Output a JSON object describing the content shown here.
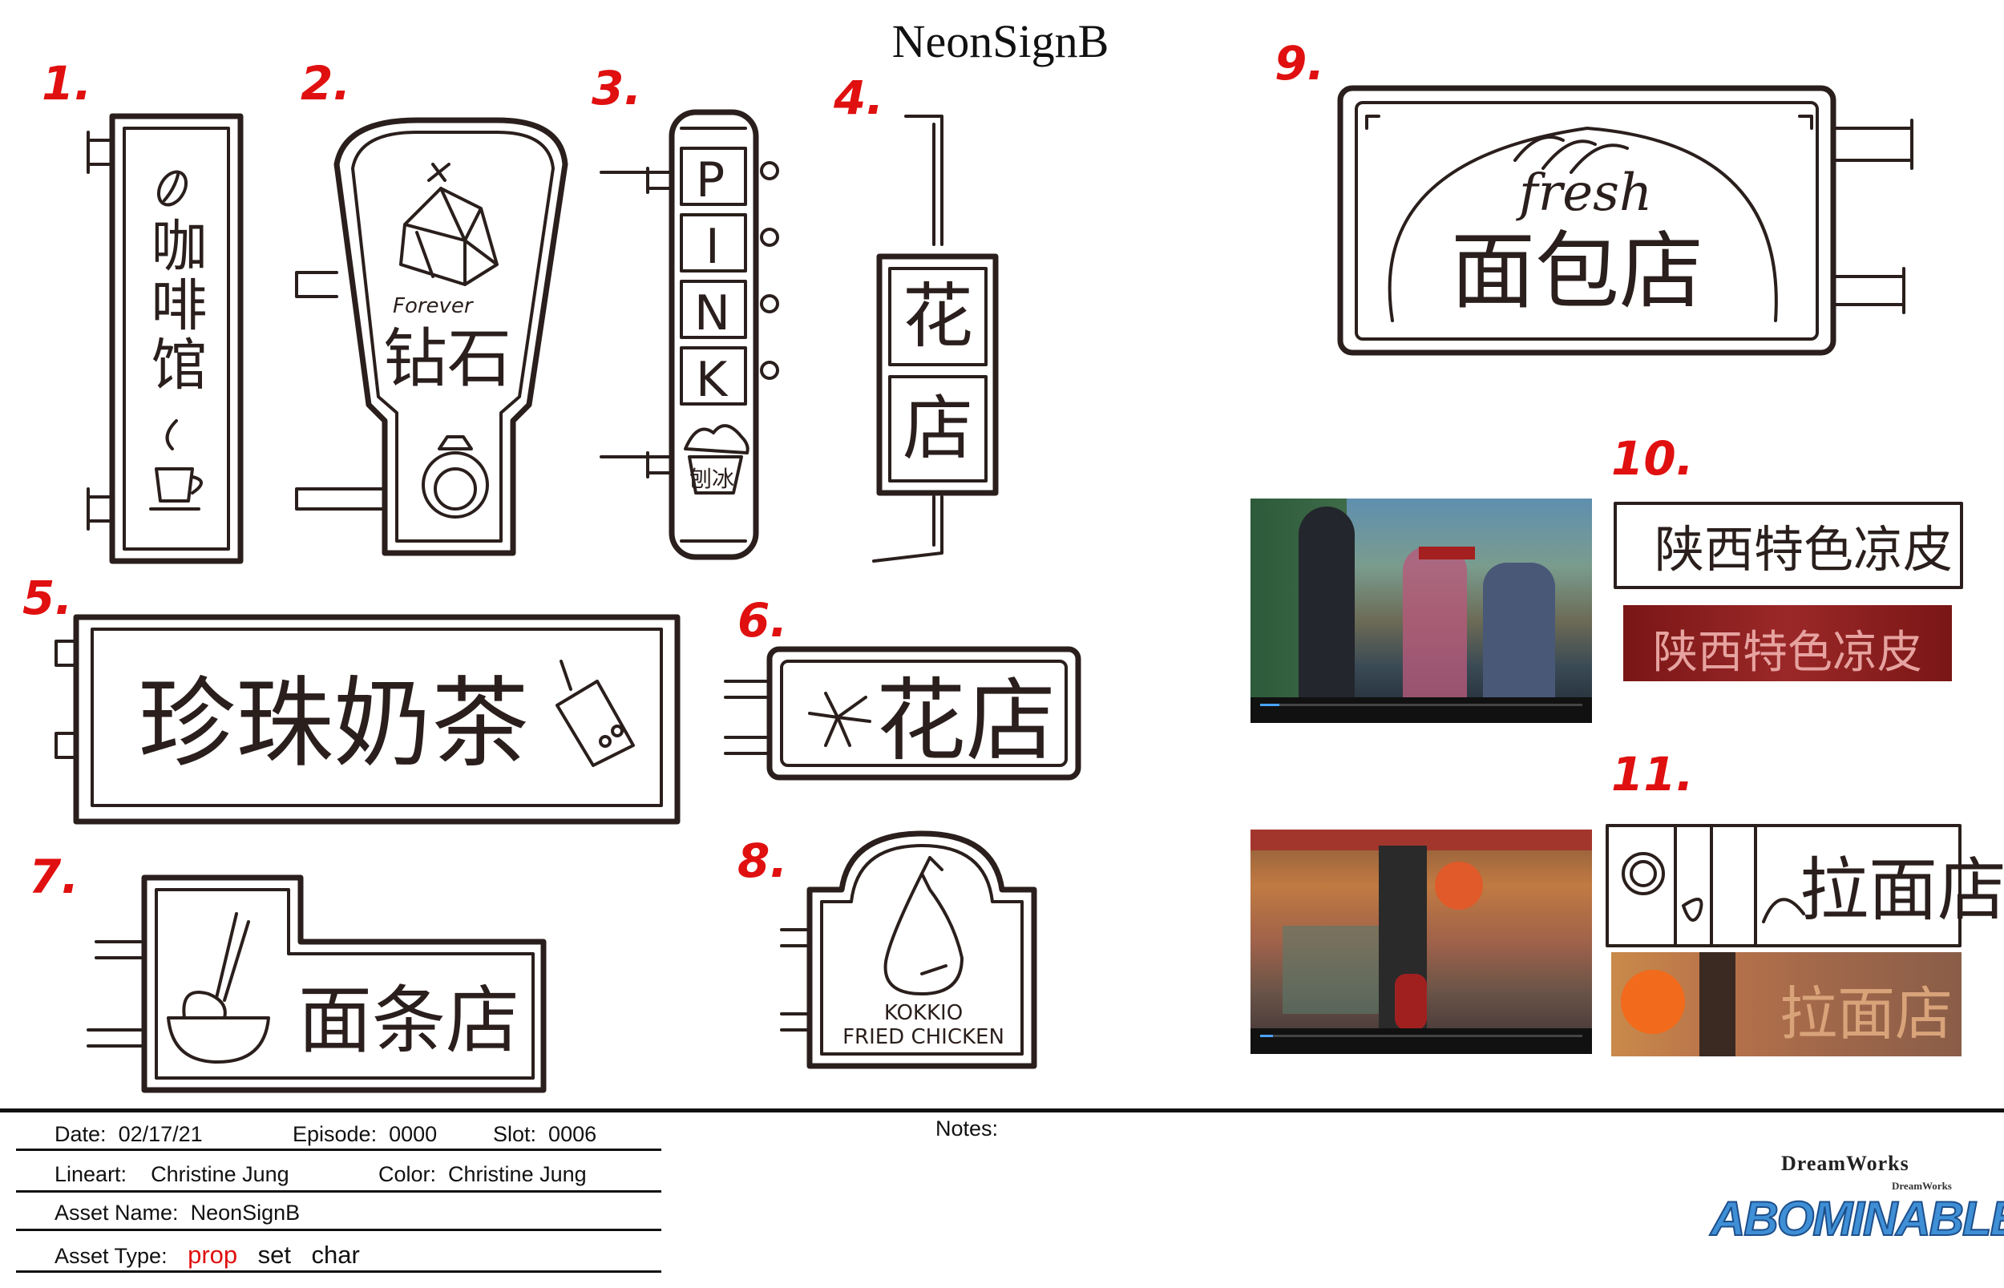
{
  "title": "NeonSignB",
  "sketch_numbers": [
    "1.",
    "2.",
    "3.",
    "4.",
    "5.",
    "6.",
    "7.",
    "8.",
    "9.",
    "10.",
    "11."
  ],
  "signs": {
    "s1_text": "咖啡馆",
    "s2_small": "Forever",
    "s2_main": "钻石",
    "s3_letters": [
      "P",
      "I",
      "N",
      "K"
    ],
    "s3_cup": "刨冰",
    "s4_text": [
      "花",
      "店"
    ],
    "s5_text": "珍珠奶茶",
    "s6_text": "花店",
    "s7_text": "面条店",
    "s8_line1": "KOKKIO",
    "s8_line2": "FRIED CHICKEN",
    "s9_script": "fresh",
    "s9_text": "面包店",
    "s10_text": "陕西特色凉皮",
    "s11_text": "拉面店"
  },
  "footer": {
    "date_label": "Date:",
    "date": "02/17/21",
    "episode_label": "Episode:",
    "episode": "0000",
    "slot_label": "Slot:",
    "slot": "0006",
    "lineart_label": "Lineart:",
    "lineart": "Christine Jung",
    "color_label": "Color:",
    "color": "Christine Jung",
    "asset_name_label": "Asset Name:",
    "asset_name": "NeonSignB",
    "asset_type_label": "Asset Type:",
    "asset_types": [
      "prop",
      "set",
      "char"
    ],
    "asset_type_selected": "prop",
    "notes_label": "Notes:",
    "studio_logo": "DreamWorks",
    "studio_logo_small": "DreamWorks",
    "film_logo": "ABOMINABLE"
  },
  "colors": {
    "ink": "#2a1f1c",
    "number_red": "#e01010",
    "logo_blue": "#3f8fd6",
    "sign_red": "#8c1d1d"
  }
}
